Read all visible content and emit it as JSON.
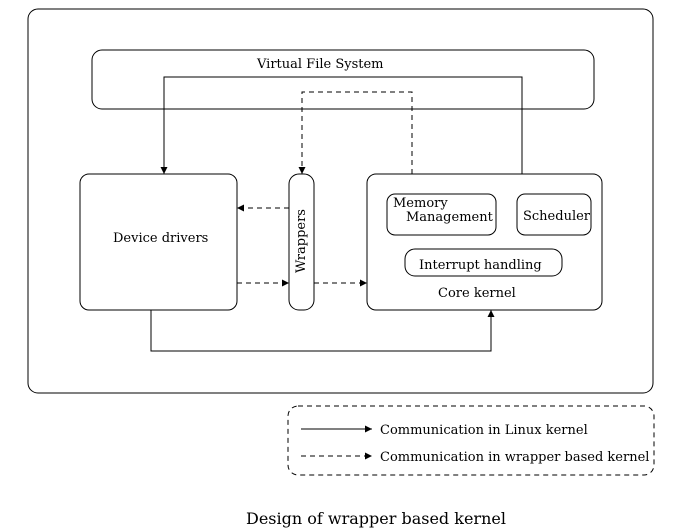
{
  "diagram": {
    "vfs_label": "Virtual File System",
    "device_drivers_label": "Device drivers",
    "wrappers_label": "Wrappers",
    "memory_label_line1": "Memory",
    "memory_label_line2": "Management",
    "scheduler_label": "Scheduler",
    "interrupt_label": "Interrupt handling",
    "core_kernel_label": "Core kernel"
  },
  "legend": {
    "solid_label": "Communication in Linux kernel",
    "dashed_label": "Communication in wrapper based kernel"
  },
  "caption": "Design of wrapper based kernel"
}
